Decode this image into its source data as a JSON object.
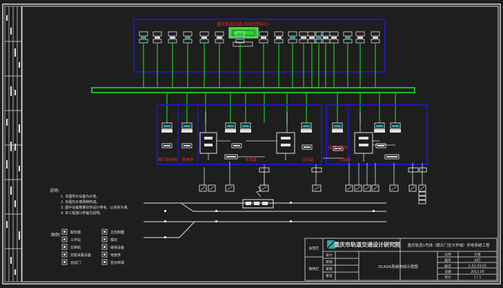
{
  "colors": {
    "background": "#1e1e1e",
    "frame": "#e8e8e8",
    "bus": "#19d219",
    "box": "#1a1ae6",
    "label_red": "#ff2a2a",
    "device": "#e0e0e0",
    "logo_accent": "#2aa6a6"
  },
  "control_center": {
    "title": "重庆轨道交通1号线控制中心"
  },
  "stations": [
    {
      "label": "牵引变电所"
    },
    {
      "label": "变电所"
    },
    {
      "label": "车站级"
    },
    {
      "label": "区间站"
    },
    {
      "label": "降压变电所"
    },
    {
      "label": "车站级"
    }
  ],
  "notes": {
    "heading": "说明:",
    "items": [
      "1. 本图所示设备为示意。",
      "2. 本图仅示意网络构成。",
      "3. 图中设备数量仅供设计参考，以实际为准。",
      "4. 本工程接口界面见说明。"
    ]
  },
  "legend": {
    "heading": "图例:",
    "items": [
      {
        "symbol": "server-icon",
        "label": "服务器"
      },
      {
        "symbol": "workstation-icon",
        "label": "工作站"
      },
      {
        "symbol": "switch-icon",
        "label": "交换机"
      },
      {
        "symbol": "terminal-icon",
        "label": "前置采集设备"
      },
      {
        "symbol": "rtu-icon",
        "label": "远动门"
      },
      {
        "symbol": "plc-icon",
        "label": "主控制器"
      },
      {
        "symbol": "io-icon",
        "label": "模块"
      },
      {
        "symbol": "relay-icon",
        "label": "继保设备"
      },
      {
        "symbol": "meter-icon",
        "label": "电度表"
      },
      {
        "symbol": "display-icon",
        "label": "显示终端"
      }
    ]
  },
  "title_block": {
    "company": "重庆市轨道交通设计研究院",
    "project": "重庆轨道1号线（朝天门至大学城）供电系统工程",
    "drawing_title": "SCADA系统构成示意图",
    "rows_left": [
      "设计",
      "校核",
      "审核",
      "审定"
    ],
    "fields": [
      {
        "key": "比例",
        "value": "示意"
      },
      {
        "key": "图号",
        "value": "AST"
      },
      {
        "key": "版次",
        "value": "C-02-03-01"
      },
      {
        "key": "日期",
        "value": "2012.05"
      },
      {
        "key": "页次",
        "value": "1 / 1"
      }
    ],
    "side_labels": [
      "会签栏",
      "审核栏"
    ]
  }
}
